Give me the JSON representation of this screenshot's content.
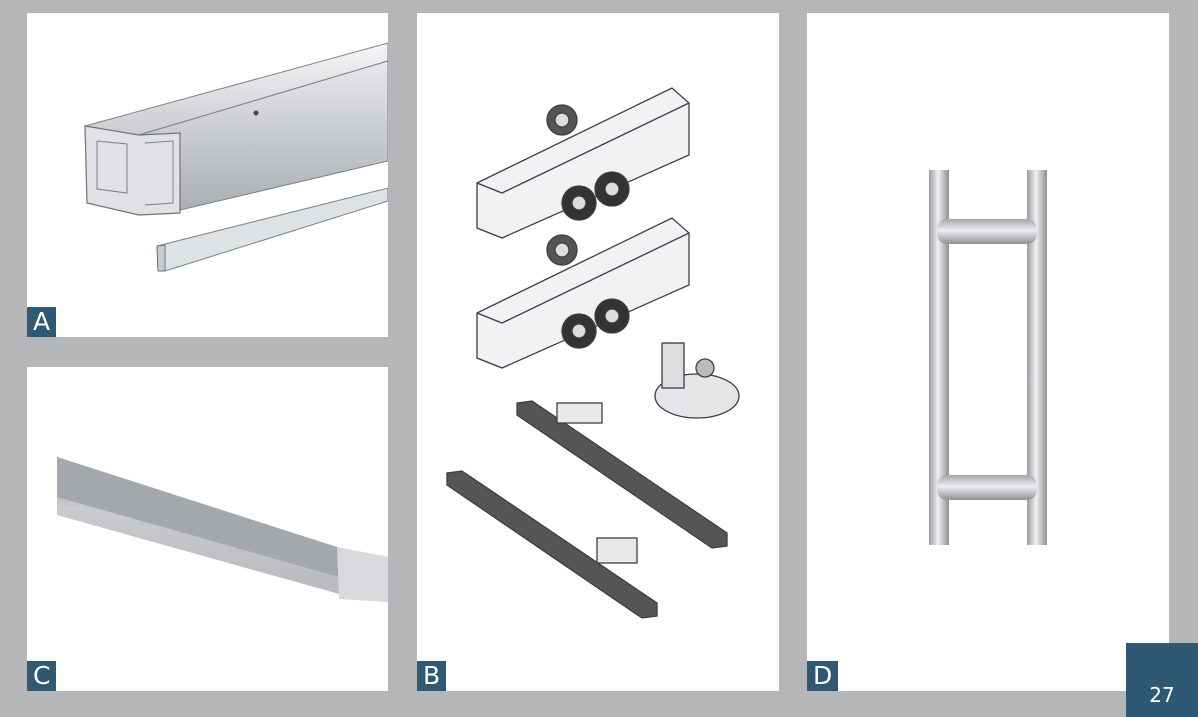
{
  "panels": {
    "a": {
      "label": "A",
      "image": "aluminium-track-profile-with-insert"
    },
    "b": {
      "label": "B",
      "image": "roller-carriages-floor-guide-and-soft-close-dampers"
    },
    "c": {
      "label": "C",
      "image": "u-channel-profile"
    },
    "d": {
      "label": "D",
      "image": "stainless-steel-pull-handle"
    }
  },
  "page_number": "27",
  "colors": {
    "background": "#b5b6b8",
    "label": "#2f5872",
    "panel": "#ffffff"
  }
}
